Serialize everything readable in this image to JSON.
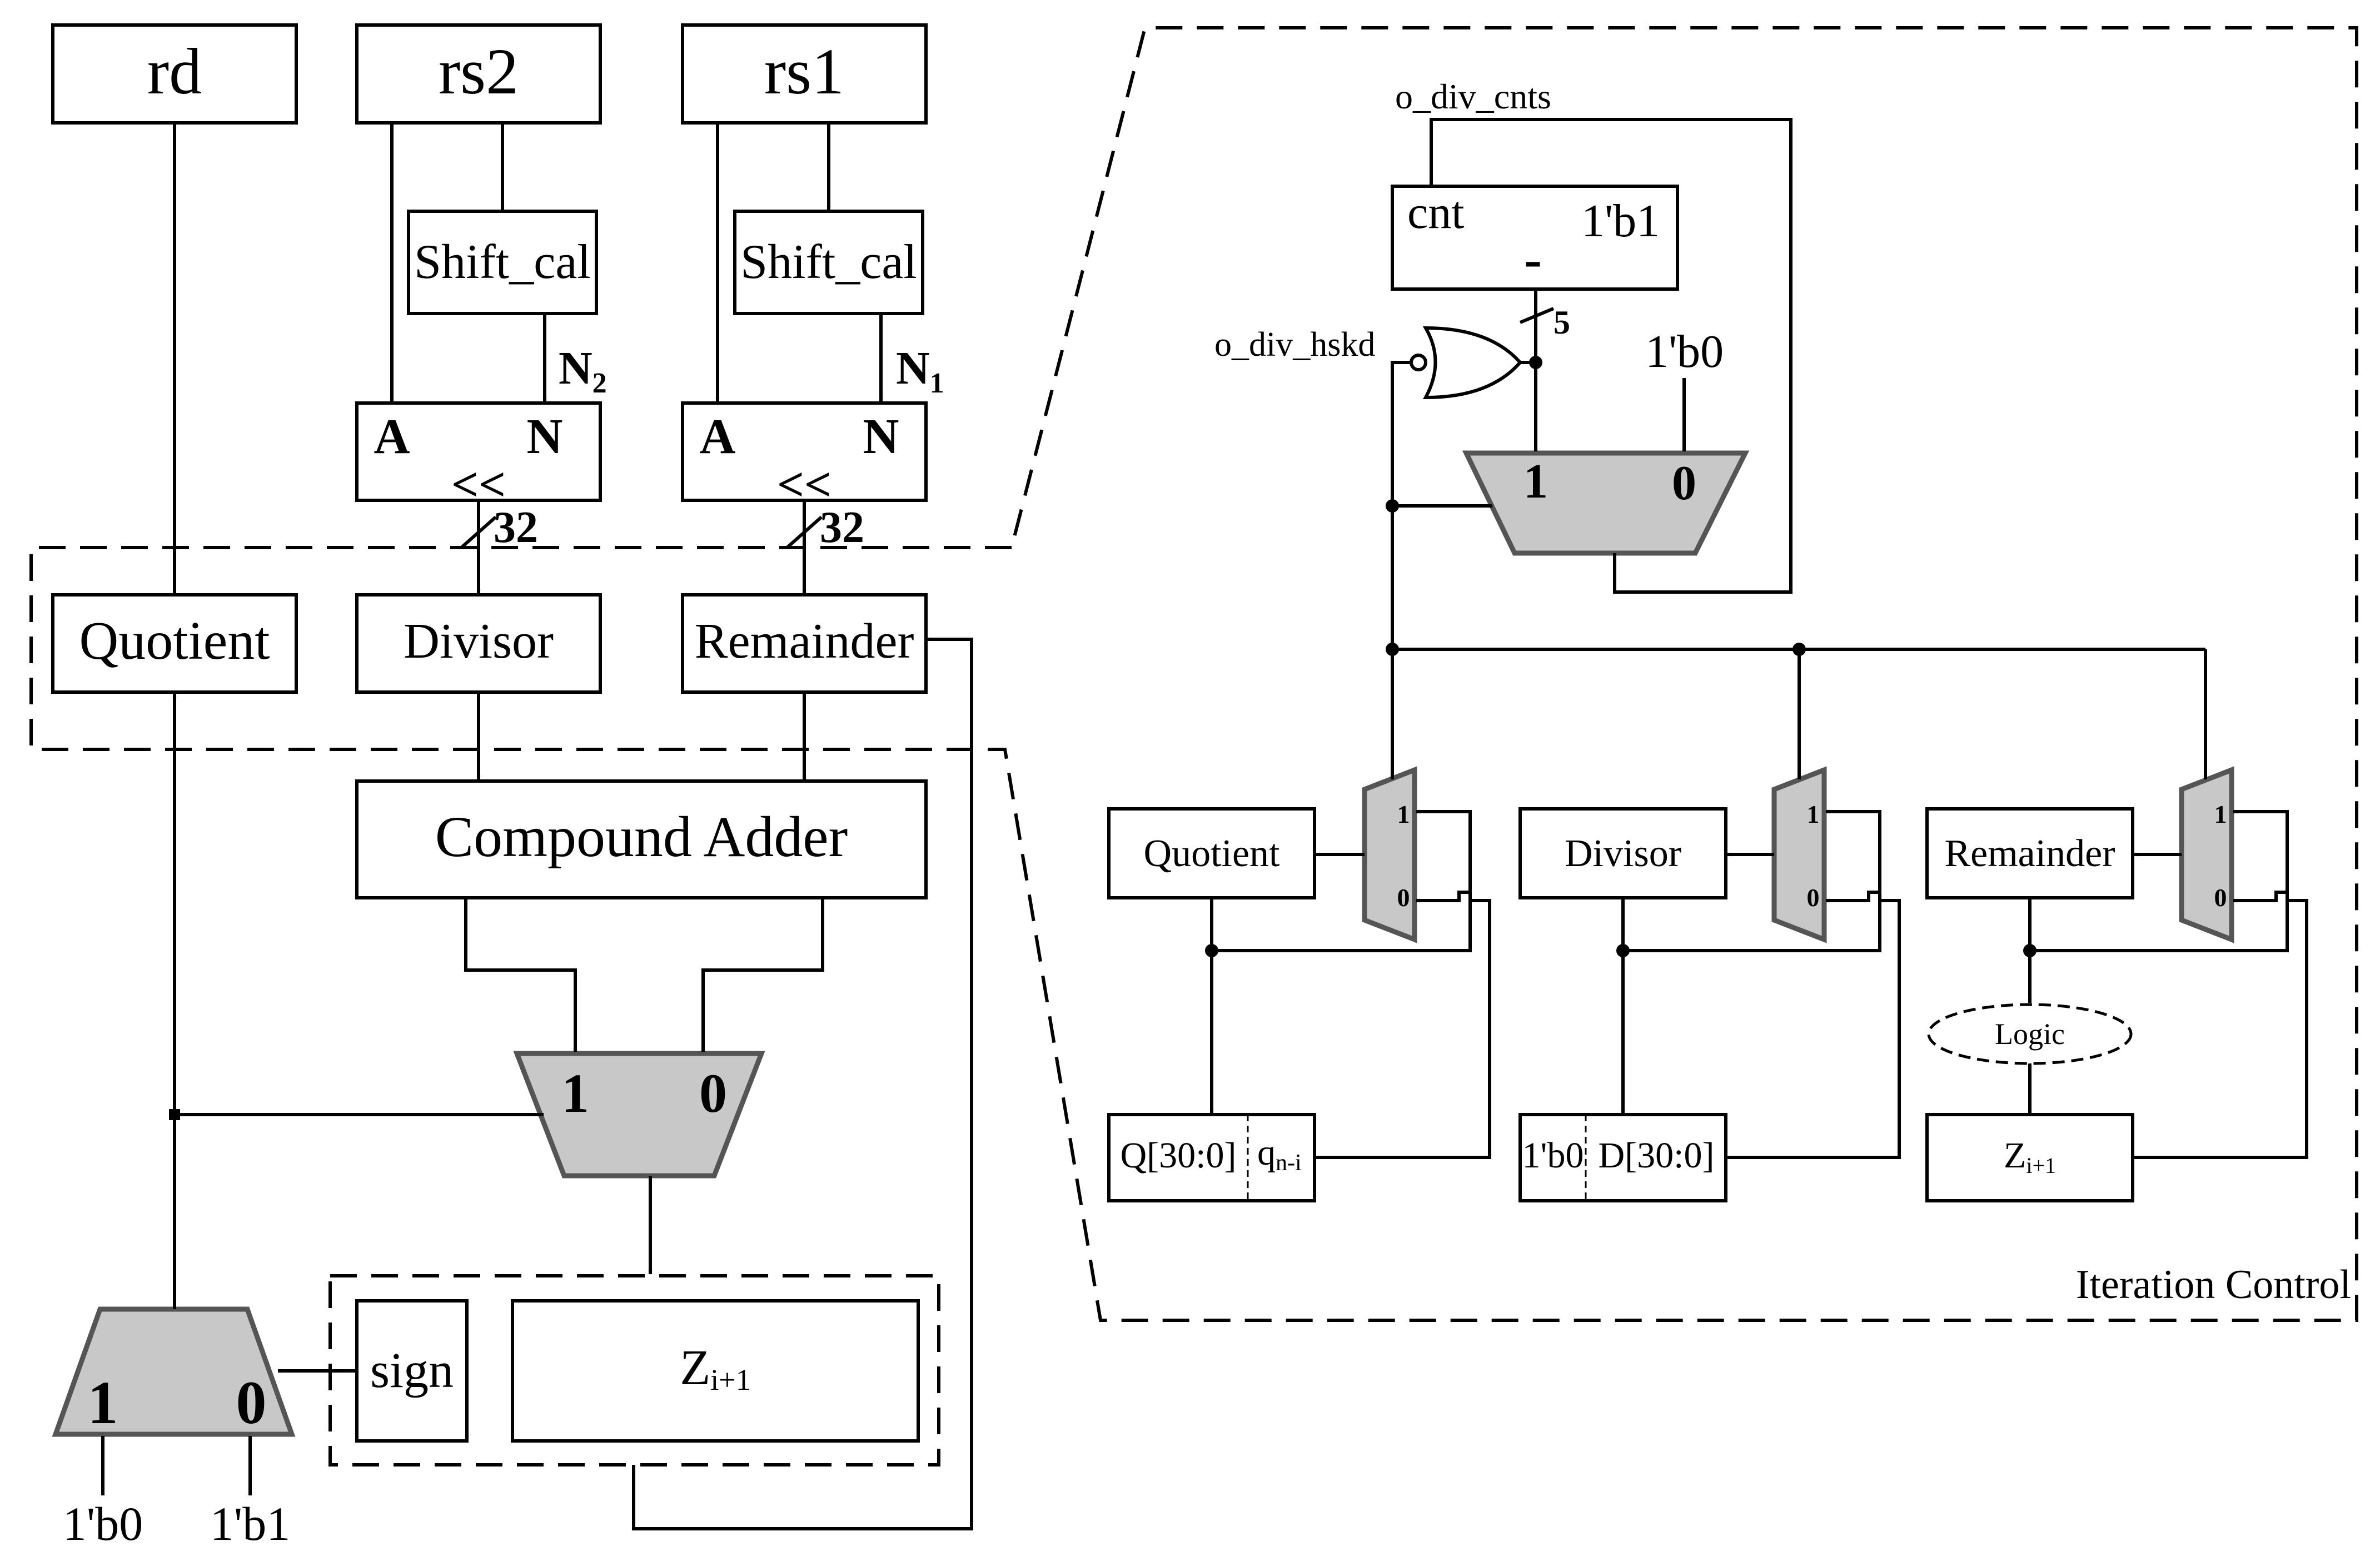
{
  "left": {
    "rd": "rd",
    "rs2": "rs2",
    "rs1": "rs1",
    "shift_cal_2": "Shift_cal",
    "shift_cal_1": "Shift_cal",
    "n2": "N",
    "n2_sub": "2",
    "n1": "N",
    "n1_sub": "1",
    "shifter2_a": "A",
    "shifter2_n": "N",
    "shifter1_a": "A",
    "shifter1_n": "N",
    "shift_op_2": "<<",
    "shift_op_1": "<<",
    "width32_2": "32",
    "width32_1": "32",
    "quotient": "Quotient",
    "divisor": "Divisor",
    "remainder": "Remainder",
    "compound_adder": "Compound Adder",
    "mux_in1": "1",
    "mux_in0": "0",
    "sign": "sign",
    "z": "Z",
    "z_sub": "i+1",
    "bottom_mux_in1": "1",
    "bottom_mux_in0": "0",
    "const_b0": "1'b0",
    "const_b1": "1'b1"
  },
  "right": {
    "o_div_cnts": "o_div_cnts",
    "o_div_hskd": "o_div_hskd",
    "cnt": "cnt",
    "cnt_const": "1'b1",
    "minus": "-",
    "width5": "5",
    "const_b0": "1'b0",
    "mux_in1": "1",
    "mux_in0": "0",
    "quotient": "Quotient",
    "divisor": "Divisor",
    "remainder": "Remainder",
    "small_mux_1": "1",
    "small_mux_0": "0",
    "q_field": "Q[30:0]",
    "q_lsb": "q",
    "q_lsb_sub": "n-i",
    "d_msb": "1'b0",
    "d_field": "D[30:0]",
    "logic": "Logic",
    "z": "Z",
    "z_sub": "i+1",
    "iteration_control": "Iteration Control"
  }
}
